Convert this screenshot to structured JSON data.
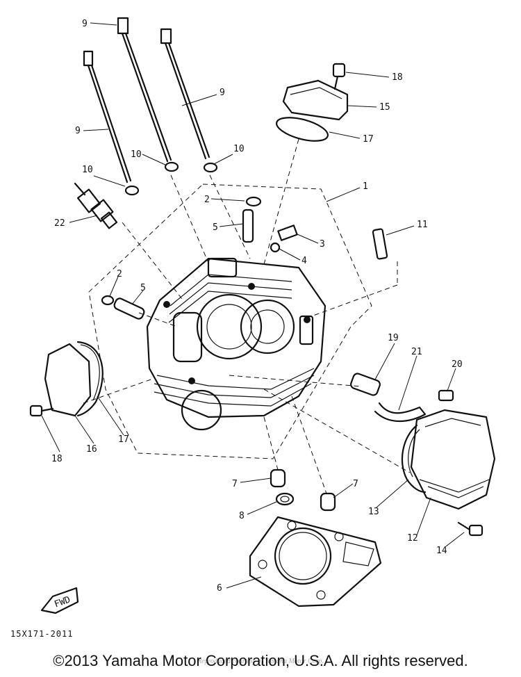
{
  "diagram": {
    "callouts": [
      "9",
      "9",
      "9",
      "10",
      "10",
      "10",
      "2",
      "5",
      "3",
      "4",
      "11",
      "22",
      "1",
      "2",
      "5",
      "18",
      "15",
      "17",
      "19",
      "21",
      "20",
      "16",
      "18",
      "17",
      "13",
      "12",
      "14",
      "7",
      "8",
      "7",
      "6"
    ],
    "drawing_code": "15X171-2011",
    "fwd_label": "FWD",
    "watermark": "Reproduced courtesy of Yamaha Motor Corp.",
    "copyright": "©2013 Yamaha Motor Corporation, U.S.A. All rights reserved."
  }
}
